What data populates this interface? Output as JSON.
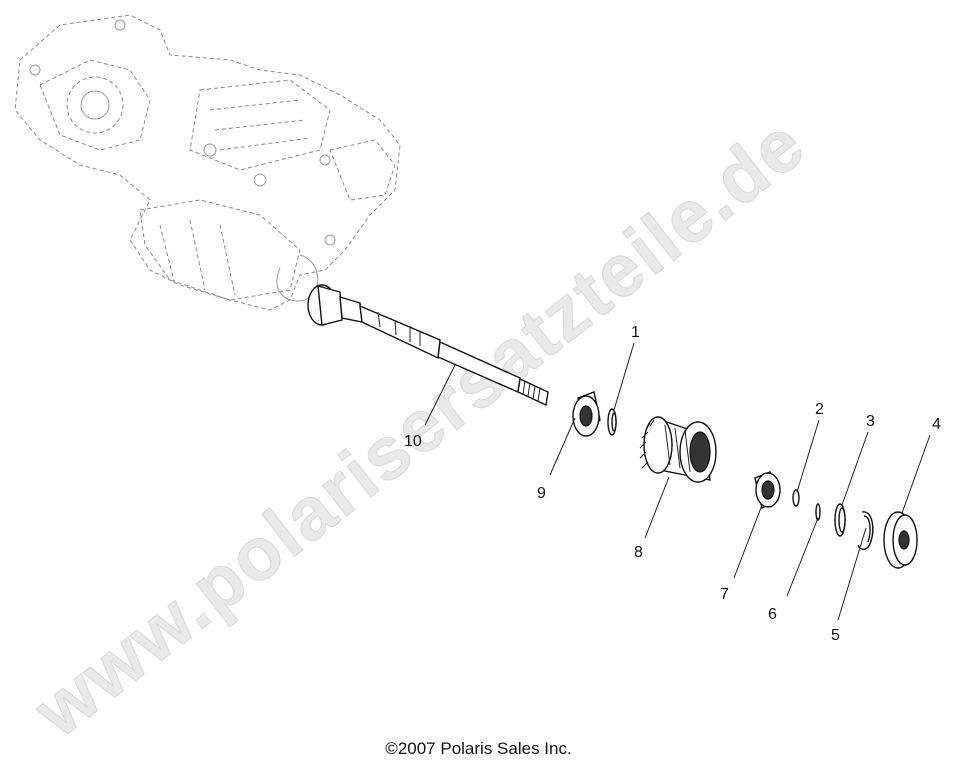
{
  "watermark": "www.polarisersatzteile.de",
  "copyright": "©2007 Polaris Sales Inc.",
  "callouts": [
    "1",
    "2",
    "3",
    "4",
    "5",
    "6",
    "7",
    "8",
    "9",
    "10"
  ]
}
